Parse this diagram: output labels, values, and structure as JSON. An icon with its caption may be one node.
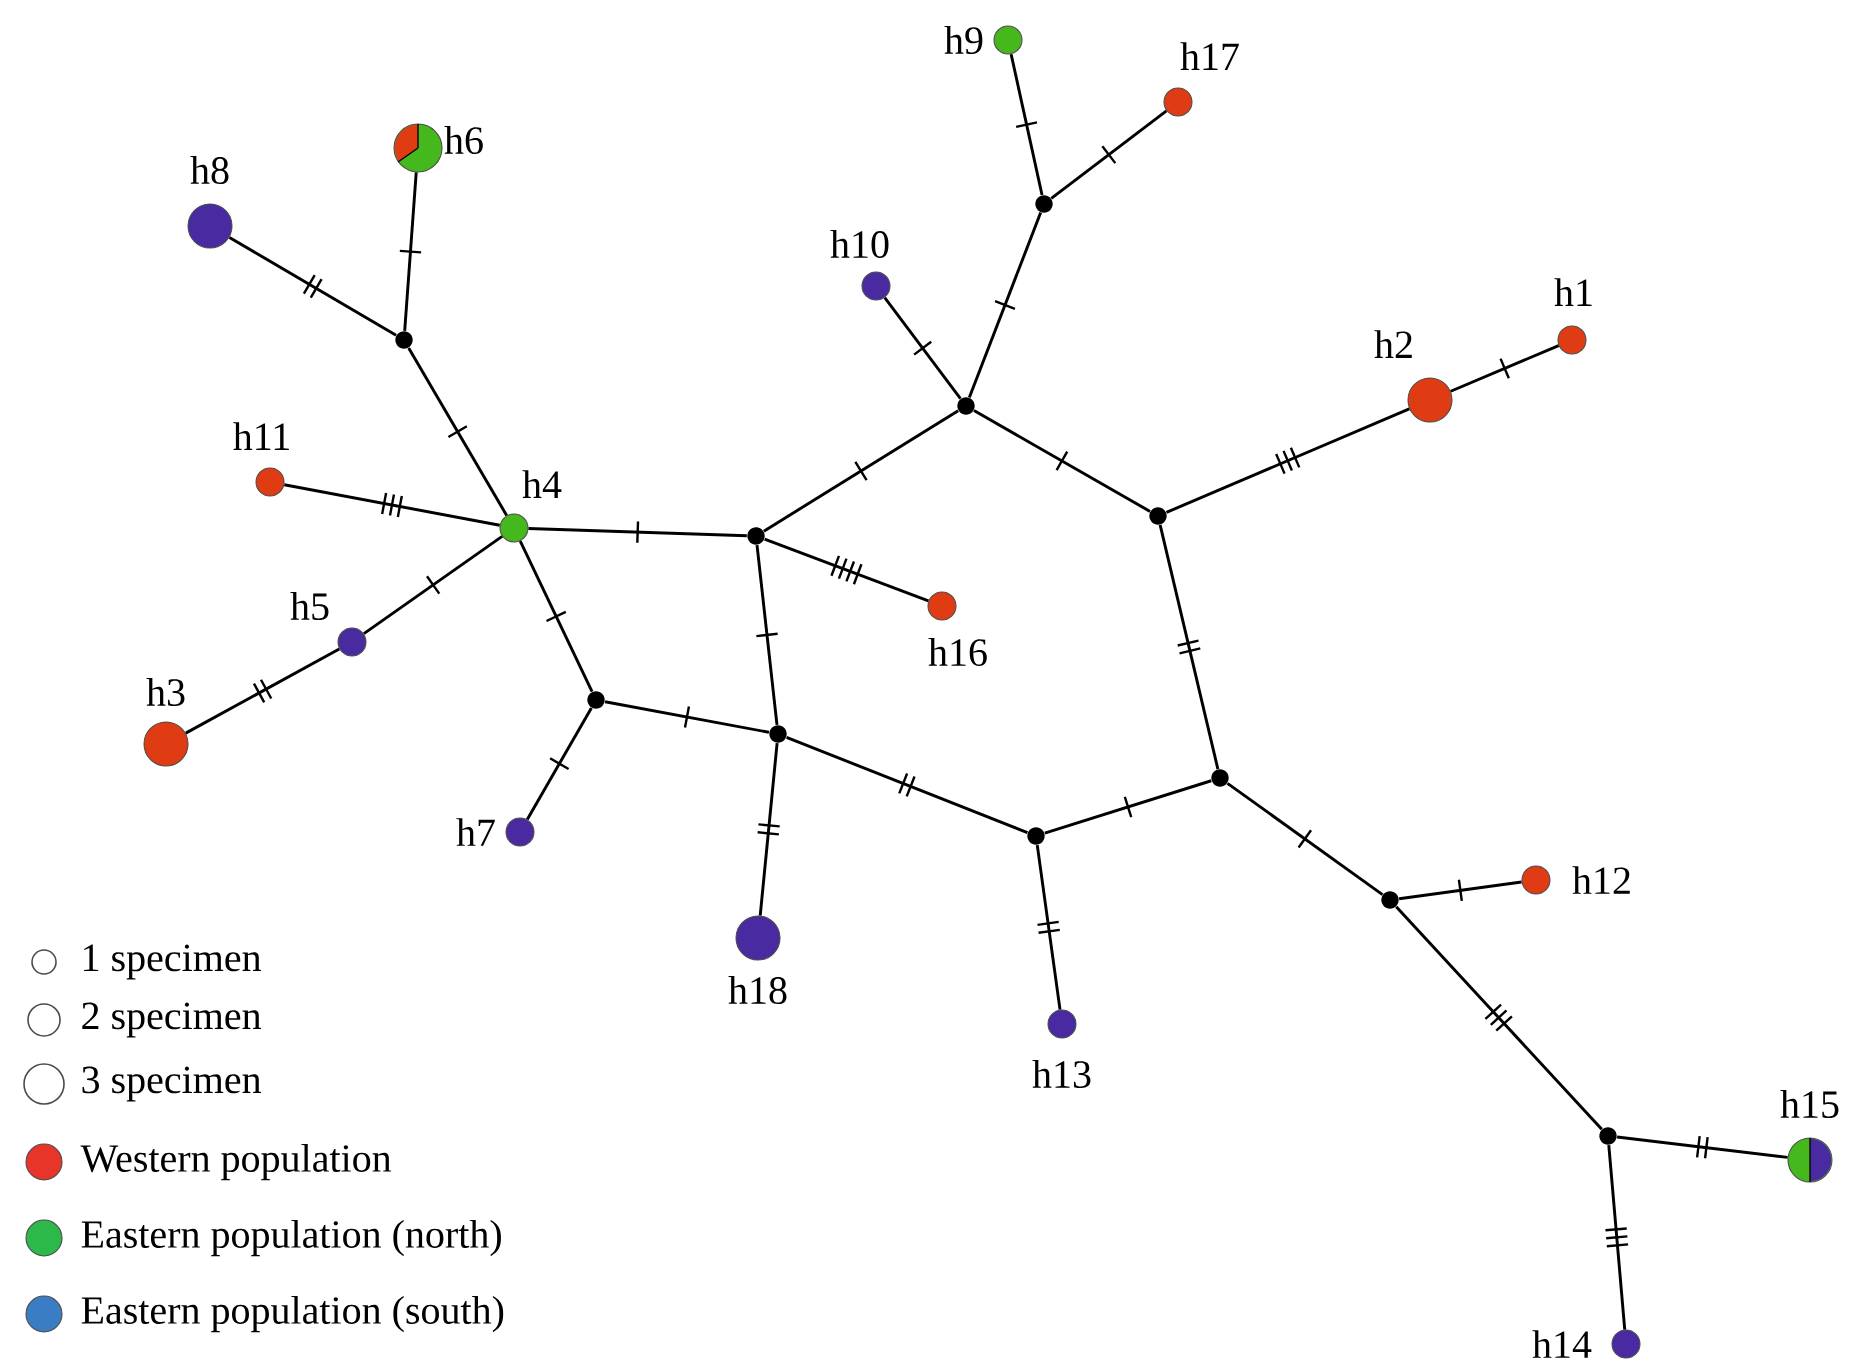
{
  "diagram": {
    "nodes": [
      {
        "text": [
          "h1"
        ]
      },
      {
        "text": [
          "h2"
        ]
      },
      {
        "text": [
          "h3"
        ]
      },
      {
        "text": [
          "h4"
        ]
      },
      {
        "text": [
          "h5"
        ]
      },
      {
        "text": [
          "h6"
        ]
      },
      {
        "text": [
          "h7"
        ]
      },
      {
        "text": [
          "h8"
        ]
      },
      {
        "text": [
          "h9"
        ]
      },
      {
        "text": [
          "h10"
        ]
      },
      {
        "text": [
          "h11"
        ]
      },
      {
        "text": [
          "h12"
        ]
      },
      {
        "text": [
          "h13"
        ]
      },
      {
        "text": [
          "h14"
        ]
      },
      {
        "text": [
          "h15"
        ]
      },
      {
        "text": [
          "h16"
        ]
      },
      {
        "text": [
          "h17"
        ]
      },
      {
        "text": [
          "h18"
        ]
      },
      {
        "text": [],
        "shape": "circle"
      },
      {
        "text": [],
        "shape": "circle"
      },
      {
        "text": [],
        "shape": "circle"
      },
      {
        "text": [],
        "shape": "circle"
      },
      {
        "text": [],
        "shape": "circle"
      },
      {
        "text": [],
        "shape": "circle"
      },
      {
        "text": [],
        "shape": "circle"
      },
      {
        "text": [],
        "shape": "circle"
      },
      {
        "text": [],
        "shape": "circle"
      },
      {
        "text": [],
        "shape": "circle"
      },
      {
        "text": [],
        "shape": "circle"
      }
    ],
    "edges": [
      {
        "from": 5,
        "to": 18,
        "arrow": "none"
      },
      {
        "from": 7,
        "to": 18,
        "arrow": "none"
      },
      {
        "from": 18,
        "to": 3,
        "arrow": "none"
      },
      {
        "from": 10,
        "to": 3,
        "arrow": "none"
      },
      {
        "from": 3,
        "to": 4,
        "arrow": "none"
      },
      {
        "from": 4,
        "to": 2,
        "arrow": "none"
      },
      {
        "from": 3,
        "to": 19,
        "arrow": "none"
      },
      {
        "from": 3,
        "to": 20,
        "arrow": "none"
      },
      {
        "from": 20,
        "to": 6,
        "arrow": "none"
      },
      {
        "from": 20,
        "to": 21,
        "arrow": "none"
      },
      {
        "from": 19,
        "to": 21,
        "arrow": "none"
      },
      {
        "from": 19,
        "to": 15,
        "arrow": "none"
      },
      {
        "from": 19,
        "to": 22,
        "arrow": "none"
      },
      {
        "from": 22,
        "to": 9,
        "arrow": "none"
      },
      {
        "from": 22,
        "to": 23,
        "arrow": "none"
      },
      {
        "from": 23,
        "to": 8,
        "arrow": "none"
      },
      {
        "from": 23,
        "to": 16,
        "arrow": "none"
      },
      {
        "from": 22,
        "to": 24,
        "arrow": "none"
      },
      {
        "from": 24,
        "to": 1,
        "arrow": "none"
      },
      {
        "from": 1,
        "to": 0,
        "arrow": "none"
      },
      {
        "from": 24,
        "to": 25,
        "arrow": "none"
      },
      {
        "from": 25,
        "to": 26,
        "arrow": "none"
      },
      {
        "from": 21,
        "to": 26,
        "arrow": "none"
      },
      {
        "from": 21,
        "to": 17,
        "arrow": "none"
      },
      {
        "from": 26,
        "to": 12,
        "arrow": "none"
      },
      {
        "from": 25,
        "to": 27,
        "arrow": "none"
      },
      {
        "from": 27,
        "to": 11,
        "arrow": "none"
      },
      {
        "from": 27,
        "to": 28,
        "arrow": "none"
      },
      {
        "from": 28,
        "to": 14,
        "arrow": "none"
      },
      {
        "from": 28,
        "to": 13,
        "arrow": "none"
      }
    ],
    "legend": [
      {
        "text": "1 specimen"
      },
      {
        "text": "2 specimen"
      },
      {
        "text": "3 specimen"
      },
      {
        "text": "Western population",
        "color": "#e8352a"
      },
      {
        "text": "Eastern population (north)",
        "color": "#2db84a"
      },
      {
        "text": "Eastern population (south)",
        "color": "#3a7dc4"
      }
    ]
  }
}
